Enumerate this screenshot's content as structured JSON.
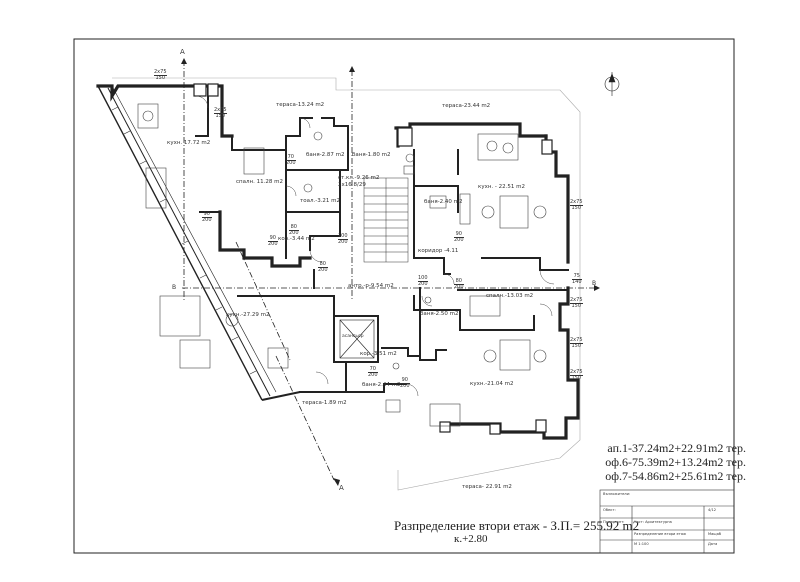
{
  "rooms": [
    {
      "id": "terrace-1",
      "label": "тераса-13.24 m2"
    },
    {
      "id": "terrace-2",
      "label": "тераса-23.44 m2"
    },
    {
      "id": "kitchen-1",
      "label": "кухн. 17.72 m2"
    },
    {
      "id": "bedroom-1",
      "label": "спалн. 11.28 m2"
    },
    {
      "id": "bath-1",
      "label": "баня-2.87 m2"
    },
    {
      "id": "bath-2",
      "label": "баня-1.80 m2"
    },
    {
      "id": "wc-1",
      "label": "тоал.-3.21 m2"
    },
    {
      "id": "stair-1",
      "label": "ст.кл.-9.26 m2"
    },
    {
      "id": "stair-2",
      "label": "2x16 8/29"
    },
    {
      "id": "corridor-1",
      "label": "кор.-3.44 m2"
    },
    {
      "id": "corridor-2",
      "label": "коридор -4.11"
    },
    {
      "id": "corridor-3",
      "label": "кор.-3.51 m2"
    },
    {
      "id": "entry-1",
      "label": "антр.-р-9.54 m2"
    },
    {
      "id": "bath-3",
      "label": "баня-2.40 m2"
    },
    {
      "id": "bath-4",
      "label": "баня-2.50 m2"
    },
    {
      "id": "bath-5",
      "label": "баня-2.44 m2"
    },
    {
      "id": "kitchen-2",
      "label": "кухн. - 22.51 m2"
    },
    {
      "id": "bedroom-2",
      "label": "спалн.-13.03 m2"
    },
    {
      "id": "kitchen-3",
      "label": "кухн.-27.29 m2"
    },
    {
      "id": "kitchen-4",
      "label": "кухн.-21.04 m2"
    },
    {
      "id": "terrace-3",
      "label": "тераса-1.89 m2"
    },
    {
      "id": "terrace-4",
      "label": "тераса- 22.91 m2"
    },
    {
      "id": "elevator",
      "label": "асансьор"
    }
  ],
  "dimensions": [
    {
      "id": "d1",
      "top": "70",
      "bottom": "200"
    },
    {
      "id": "d2",
      "top": "80",
      "bottom": "200"
    },
    {
      "id": "d3",
      "top": "90",
      "bottom": "200"
    },
    {
      "id": "d4",
      "top": "100",
      "bottom": "200"
    },
    {
      "id": "d5",
      "top": "80",
      "bottom": "200"
    },
    {
      "id": "d6",
      "top": "90",
      "bottom": "200"
    },
    {
      "id": "d7",
      "top": "100",
      "bottom": "200"
    },
    {
      "id": "d8",
      "top": "80",
      "bottom": "200"
    },
    {
      "id": "d9",
      "top": "2x75",
      "bottom": "150"
    },
    {
      "id": "d10",
      "top": "75",
      "bottom": "140"
    },
    {
      "id": "d11",
      "top": "2x75",
      "bottom": "150"
    },
    {
      "id": "d12",
      "top": "2x75",
      "bottom": "150"
    },
    {
      "id": "d13",
      "top": "2x75",
      "bottom": "150"
    },
    {
      "id": "d14",
      "top": "70",
      "bottom": "200"
    },
    {
      "id": "d15",
      "top": "90",
      "bottom": "200"
    },
    {
      "id": "d16",
      "top": "2x75",
      "bottom": "150"
    },
    {
      "id": "d17",
      "top": "2x75",
      "bottom": "150"
    },
    {
      "id": "d18",
      "top": "90",
      "bottom": "200"
    }
  ],
  "section_marks": {
    "a": "A",
    "b": "B"
  },
  "area_summary": [
    "ап.1-37.24m2+22.91m2 тер.",
    "оф.6-75.39m2+13.24m2 тер.",
    "оф.7-54.86m2+25.61m2 тер."
  ],
  "caption": {
    "title": "Разпределение втори етаж - З.П.= 255.92 m2",
    "level": "к.+2.80"
  },
  "title_block": {
    "line1": "Възложители:",
    "line2": "Обект:",
    "line3": "Проектант:",
    "line4": "Част: Архитектурна",
    "line5": "Разпределение втори етаж",
    "line6": "М 1:100",
    "sheet": "4/12",
    "scale_label": "Мащаб",
    "date_label": "Дата"
  }
}
